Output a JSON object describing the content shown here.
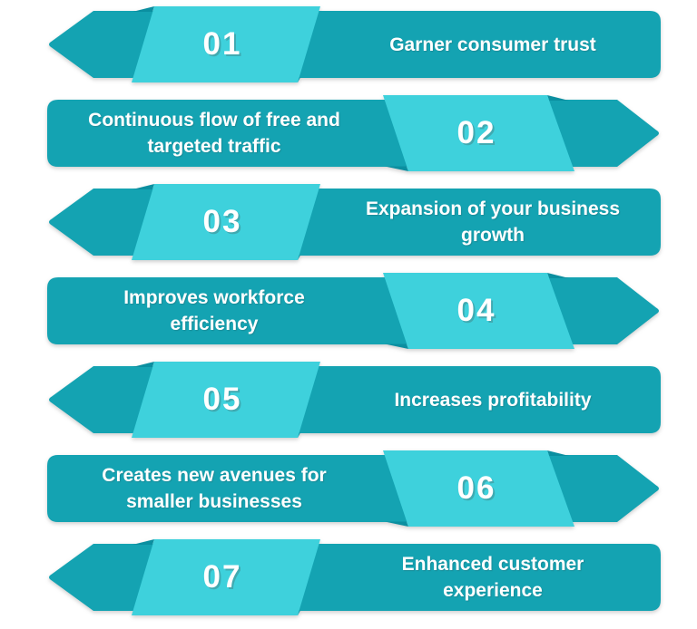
{
  "title": "SEO benefits arrow list infographic",
  "colors": {
    "background": "#ffffff",
    "banner_teal": "#14A3B2",
    "ribbon_cyan": "#3ED1DC",
    "ribbon_fold": "#0B8FA0",
    "text": "#ffffff"
  },
  "steps": [
    {
      "number": "01",
      "direction": "left",
      "label": "Garner consumer trust"
    },
    {
      "number": "02",
      "direction": "right",
      "label": "Continuous flow of free and\ntargeted traffic"
    },
    {
      "number": "03",
      "direction": "left",
      "label": "Expansion of  your business\ngrowth"
    },
    {
      "number": "04",
      "direction": "right",
      "label": "Improves workforce\nefficiency"
    },
    {
      "number": "05",
      "direction": "left",
      "label": "Increases profitability"
    },
    {
      "number": "06",
      "direction": "right",
      "label": "Creates new avenues for\nsmaller businesses"
    },
    {
      "number": "07",
      "direction": "left",
      "label": "Enhanced customer\nexperience"
    }
  ]
}
